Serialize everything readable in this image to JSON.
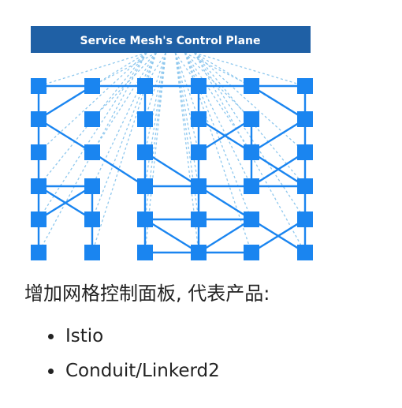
{
  "diagram": {
    "header_label": "Service Mesh's Control Plane",
    "colors": {
      "header_bg": "#1f60a5",
      "header_text": "#ffffff",
      "node": "#1a85f0",
      "mesh_link": "#1a85f0",
      "control_link": "#8fc8ee"
    }
  },
  "caption": "增加网格控制面板, 代表产品:",
  "products": [
    "Istio",
    "Conduit/Linkerd2"
  ]
}
